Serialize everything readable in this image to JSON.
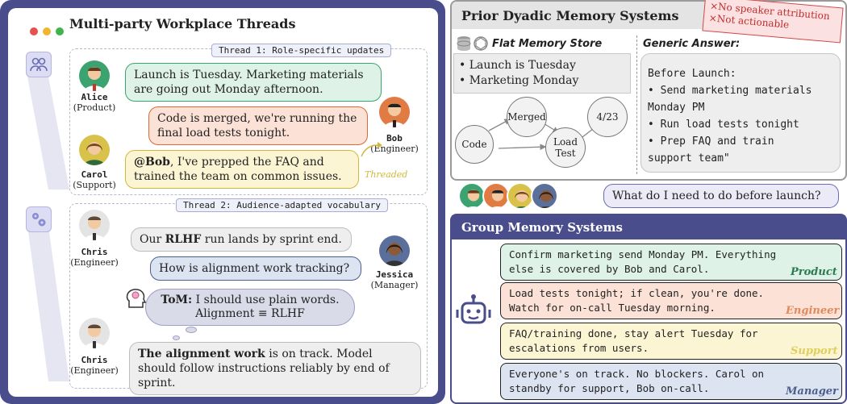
{
  "left": {
    "title": "Multi-party Workplace Threads",
    "thread1_label": "Thread 1: Role-specific updates",
    "thread2_label": "Thread 2: Audience-adapted vocabulary",
    "threaded_label": "Threaded",
    "people": {
      "alice": {
        "name": "Alice",
        "role": "(Product)"
      },
      "bob": {
        "name": "Bob",
        "role": "(Engineer)"
      },
      "carol": {
        "name": "Carol",
        "role": "(Support)"
      },
      "chris": {
        "name": "Chris",
        "role": "(Engineer)"
      },
      "jessica": {
        "name": "Jessica",
        "role": "(Manager)"
      }
    },
    "messages": {
      "alice": "Launch is Tuesday. Marketing materials are going out Monday afternoon.",
      "bob": "Code is merged, we're running the final load tests tonight.",
      "carol_mention": "@Bob",
      "carol_rest": ", I've prepped the FAQ and trained the team on common issues.",
      "chris1_a": "Our ",
      "chris1_b": "RLHF",
      "chris1_c": " run lands by sprint end.",
      "jessica": "How is alignment work tracking?",
      "tom_label": "ToM:",
      "tom_line1": " I should use plain words.",
      "tom_line2": "Alignment ≡ RLHF",
      "chris2_bold": "The alignment work",
      "chris2_rest": " is on track. Model should follow instructions reliably by end of sprint."
    }
  },
  "prior": {
    "title": "Prior Dyadic Memory Systems",
    "stamp_line1": "No speaker attribution",
    "stamp_line2": "Not actionable",
    "stamp_icon": "×",
    "flat_title": "Flat Memory Store",
    "flat_items": [
      "Launch is Tuesday",
      "Marketing Monday"
    ],
    "nodes": {
      "code": "Code",
      "merged": "Merged",
      "load_test": "Load Test",
      "date": "4/23"
    },
    "generic_title": "Generic Answer:",
    "generic_lines": [
      "Before Launch:",
      "• Send marketing materials",
      "Monday PM",
      "• Run load tests tonight",
      "• Prep FAQ and train",
      "support team\""
    ]
  },
  "question": "What do I need to do before launch?",
  "group": {
    "title": "Group Memory Systems",
    "responses": [
      {
        "text": "Confirm marketing send Monday PM. Everything\nelse is covered by Bob and Carol.",
        "label": "Product",
        "color": "#3aa36f"
      },
      {
        "text": "Load tests tonight; if clean, you're done.\nWatch for on-call Tuesday morning.",
        "label": "Engineer",
        "color": "#d9693a"
      },
      {
        "text": "FAQ/training done, stay alert Tuesday for\nescalations from users.",
        "label": "Support",
        "color": "#d0b93a"
      },
      {
        "text": "Everyone's on track. No blockers. Carol on\nstandby for support, Bob on-call.",
        "label": "Manager",
        "color": "#4c5f8c"
      }
    ]
  }
}
